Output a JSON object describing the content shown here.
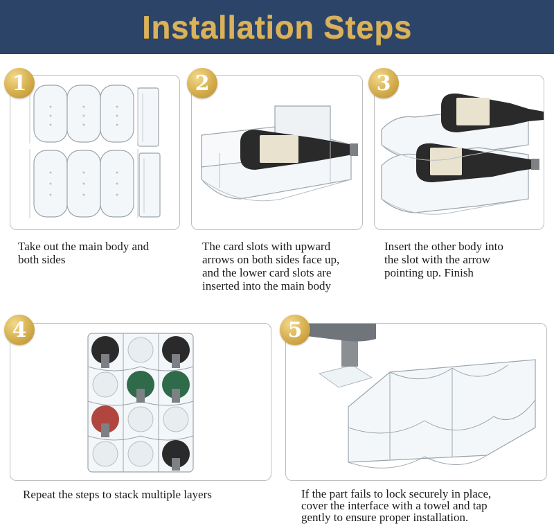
{
  "header": {
    "title": "Installation Steps"
  },
  "steps": [
    {
      "number": "1",
      "caption": "Take out the main body and\nboth sides"
    },
    {
      "number": "2",
      "caption": "The card slots with upward\narrows on  both sides face up,\nand the lower card  slots are\ninserted into the main body"
    },
    {
      "number": "3",
      "caption": "Insert the other body into\nthe slot with  the arrow\npointing up. Finish"
    },
    {
      "number": "4",
      "caption": "Repeat the steps to stack multiple layers"
    },
    {
      "number": "5",
      "caption": "If the part fails to lock securely in place,\ncover the interface with a towel and tap\ngently to ensure proper installation."
    }
  ],
  "colors": {
    "banner": "#2c4467",
    "title_gold": "#d9b25e",
    "badge_gold": "#d4ad4c",
    "panel_border": "#bdbdbd",
    "bottle_dark": "#2a2a2a",
    "bottle_green": "#2f6b4a",
    "bottle_rose": "#b0463d"
  }
}
